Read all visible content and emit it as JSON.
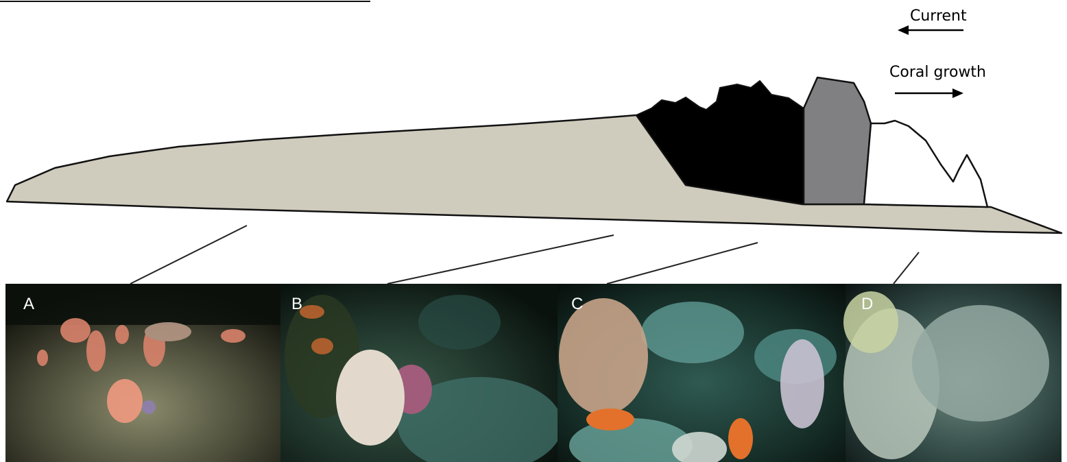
{
  "legend": {
    "current_label": "Current",
    "coral_growth_label": "Coral growth"
  },
  "panels": [
    {
      "letter": "A"
    },
    {
      "letter": "B"
    },
    {
      "letter": "C"
    },
    {
      "letter": "D"
    }
  ],
  "colors": {
    "sediment": "#cfcbbd",
    "dead_framework": "#000000",
    "dead_coral_zone": "#808083",
    "living_coral": "#ffffff",
    "outline": "#111111",
    "photo_background": "#0b1210"
  }
}
